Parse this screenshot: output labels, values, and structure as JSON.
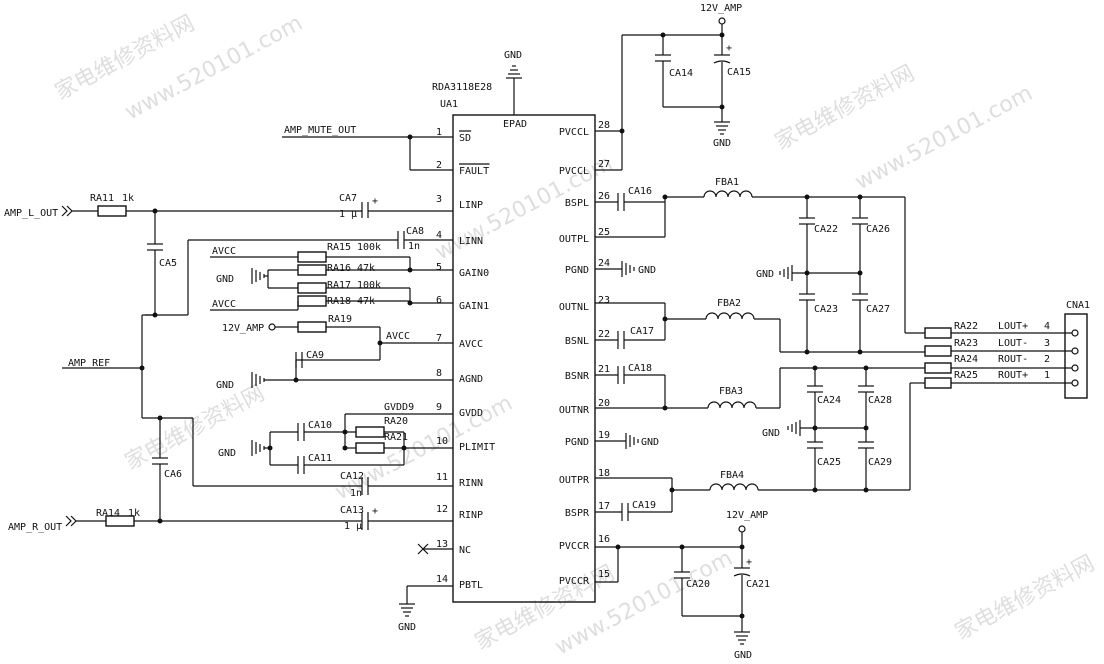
{
  "ic": {
    "name": "UA1",
    "part": "RDA3118E28",
    "epad_label": "EPAD",
    "left_pins": [
      {
        "num": "1",
        "name": "SD"
      },
      {
        "num": "2",
        "name": "FAULT"
      },
      {
        "num": "3",
        "name": "LINP"
      },
      {
        "num": "4",
        "name": "LINN"
      },
      {
        "num": "5",
        "name": "GAIN0"
      },
      {
        "num": "6",
        "name": "GAIN1"
      },
      {
        "num": "7",
        "name": "AVCC"
      },
      {
        "num": "8",
        "name": "AGND"
      },
      {
        "num": "9",
        "name": "GVDD"
      },
      {
        "num": "10",
        "name": "PLIMIT"
      },
      {
        "num": "11",
        "name": "RINN"
      },
      {
        "num": "12",
        "name": "RINP"
      },
      {
        "num": "13",
        "name": "NC"
      },
      {
        "num": "14",
        "name": "PBTL"
      }
    ],
    "right_pins": [
      {
        "num": "28",
        "name": "PVCCL"
      },
      {
        "num": "27",
        "name": "PVCCL"
      },
      {
        "num": "26",
        "name": "BSPL"
      },
      {
        "num": "25",
        "name": "OUTPL"
      },
      {
        "num": "24",
        "name": "PGND"
      },
      {
        "num": "23",
        "name": "OUTNL"
      },
      {
        "num": "22",
        "name": "BSNL"
      },
      {
        "num": "21",
        "name": "BSNR"
      },
      {
        "num": "20",
        "name": "OUTNR"
      },
      {
        "num": "19",
        "name": "PGND"
      },
      {
        "num": "18",
        "name": "OUTPR"
      },
      {
        "num": "17",
        "name": "BSPR"
      },
      {
        "num": "16",
        "name": "PVCCR"
      },
      {
        "num": "15",
        "name": "PVCCR"
      }
    ]
  },
  "nets": {
    "amp_mute_out": "AMP_MUTE_OUT",
    "amp_l_out": "AMP_L_OUT",
    "amp_r_out": "AMP_R_OUT",
    "amp_ref": "AMP_REF",
    "avcc1": "AVCC",
    "avcc2": "AVCC",
    "avcc3": "AVCC",
    "gvdd9": "GVDD9",
    "v12_1": "12V_AMP",
    "v12_2": "12V_AMP",
    "v12_3": "12V_AMP",
    "gnd_top": "GND",
    "gnd_ca14": "GND",
    "gnd_ra16": "GND",
    "gnd_ca9": "GND",
    "gnd_ca10": "GND",
    "gnd_pbtl": "GND",
    "gnd_pin24": "GND",
    "gnd_pin19": "GND",
    "gnd_l": "GND",
    "gnd_r": "GND",
    "gnd_bottom": "GND"
  },
  "components": {
    "RA11": "RA11",
    "RA11_val": "1k",
    "RA14": "RA14",
    "RA14_val": "1k",
    "RA15": "RA15",
    "RA15_val": "100k",
    "RA16": "RA16",
    "RA16_val": "47k",
    "RA17": "RA17",
    "RA17_val": "100k",
    "RA18": "RA18",
    "RA18_val": "47k",
    "RA19": "RA19",
    "RA20": "RA20",
    "RA21": "RA21",
    "RA22": "RA22",
    "RA23": "RA23",
    "RA24": "RA24",
    "RA25": "RA25",
    "CA5": "CA5",
    "CA6": "CA6",
    "CA7": "CA7",
    "CA7_val": "1 μ",
    "CA8": "CA8",
    "CA8_val": "1n",
    "CA9": "CA9",
    "CA10": "CA10",
    "CA11": "CA11",
    "CA12": "CA12",
    "CA12_val": "1n",
    "CA13": "CA13",
    "CA13_val": "1 μ",
    "CA14": "CA14",
    "CA15": "CA15",
    "CA16": "CA16",
    "CA17": "CA17",
    "CA18": "CA18",
    "CA19": "CA19",
    "CA20": "CA20",
    "CA21": "CA21",
    "CA22": "CA22",
    "CA23": "CA23",
    "CA24": "CA24",
    "CA25": "CA25",
    "CA26": "CA26",
    "CA27": "CA27",
    "CA28": "CA28",
    "CA29": "CA29",
    "FBA1": "FBA1",
    "FBA2": "FBA2",
    "FBA3": "FBA3",
    "FBA4": "FBA4"
  },
  "connector": {
    "name": "CNA1",
    "pins": [
      {
        "signal": "LOUT+",
        "num": "4"
      },
      {
        "signal": "LOUT-",
        "num": "3"
      },
      {
        "signal": "ROUT-",
        "num": "2"
      },
      {
        "signal": "ROUT+",
        "num": "1"
      }
    ]
  },
  "watermarks": [
    "家电维修资料网",
    "www.520101.com"
  ]
}
